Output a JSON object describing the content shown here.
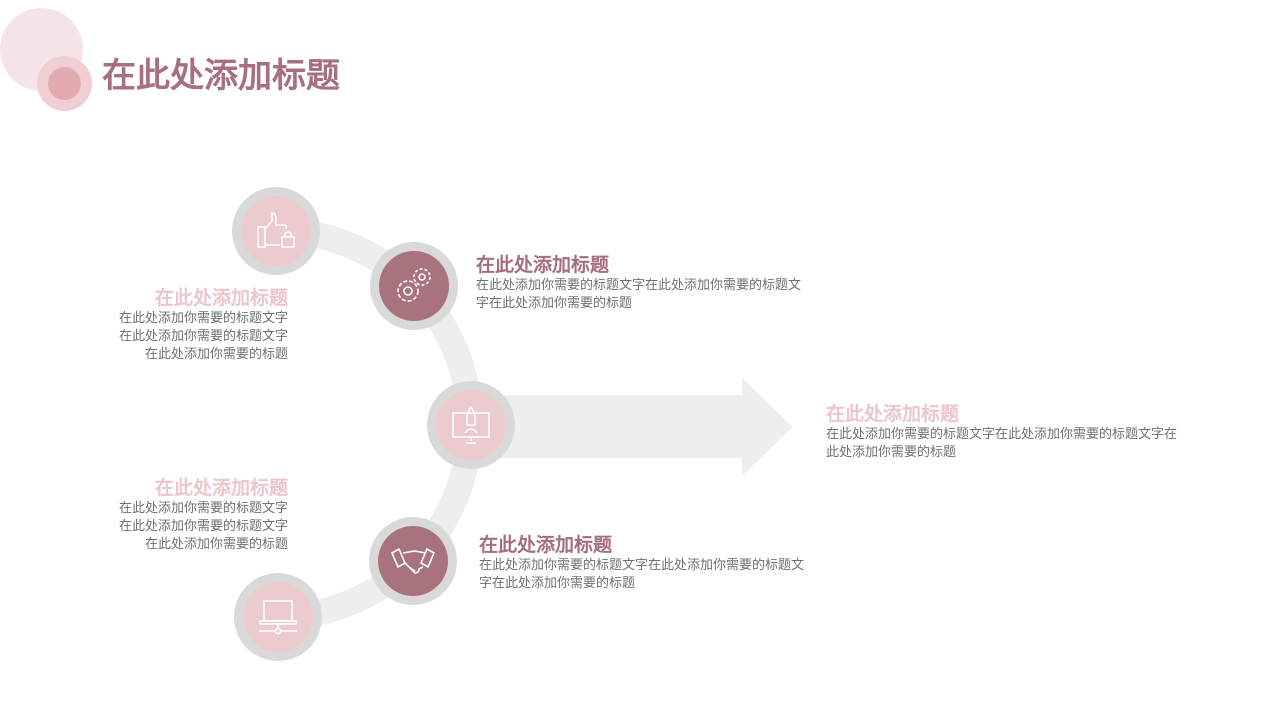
{
  "header": {
    "title": "在此处添加标题"
  },
  "colors": {
    "accent": "#a9737e",
    "light": "#ebcbce",
    "ring": "#d9d9d9",
    "track": "#eeeeee"
  },
  "items": [
    {
      "icon": "thumbs-up-lock-icon",
      "title": "在此处添加标题",
      "lines": [
        "在此处添加你需要的标题文字",
        "在此处添加你需要的标题文字",
        "在此处添加你需要的标题"
      ]
    },
    {
      "icon": "gears-icon",
      "title": "在此处添加标题",
      "lines": [
        "在此处添加你需要的标题文字在此处添加你需要的标题文",
        "字在此处添加你需要的标题"
      ]
    },
    {
      "icon": "rocket-monitor-icon",
      "title": "在此处添加标题",
      "lines": [
        "在此处添加你需要的标题文字在此处添加你需要的标题文字在",
        "此处添加你需要的标题"
      ]
    },
    {
      "icon": "handshake-icon",
      "title": "在此处添加标题",
      "lines": [
        "在此处添加你需要的标题文字在此处添加你需要的标题文",
        "字在此处添加你需要的标题"
      ]
    },
    {
      "icon": "laptop-network-icon",
      "title": "在此处添加标题",
      "lines": [
        "在此处添加你需要的标题文字",
        "在此处添加你需要的标题文字",
        "在此处添加你需要的标题"
      ]
    }
  ]
}
